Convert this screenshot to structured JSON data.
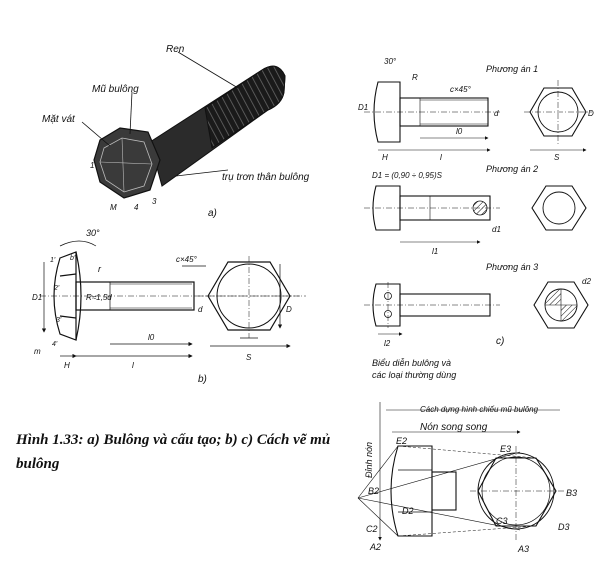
{
  "caption": "Hình 1.33: a) Bulông và cấu tạo; b) c) Cách vẽ mủ bulông",
  "fig_a": {
    "labels": [
      "Ren",
      "Mũ bulông",
      "Mặt vát",
      "trụ trơn thân bulông"
    ],
    "points": [
      "M",
      "4",
      "3",
      "1"
    ],
    "sub": "a)"
  },
  "fig_b": {
    "angle": "30°",
    "chamfer": "c×45°",
    "radius": "R≈1,5d",
    "fillet": "r",
    "dims": [
      "D1",
      "d",
      "D",
      "S",
      "H",
      "l",
      "l0",
      "m"
    ],
    "points": [
      "1'",
      "b'",
      "2'",
      "3'",
      "4'"
    ],
    "sub": "b)"
  },
  "fig_c": {
    "variants": [
      "Phương án 1",
      "Phương án 2",
      "Phương án 3"
    ],
    "angle": "30°",
    "chamfer": "c×45°",
    "formula": "D1 = (0,90 ÷ 0,95)S",
    "dims": [
      "R",
      "D1",
      "d",
      "D",
      "H",
      "l",
      "l0",
      "S",
      "l1",
      "d1",
      "l2",
      "d2"
    ],
    "note_lines": [
      "Biểu diễn bulông và",
      "các loại thường dùng"
    ],
    "sub": "c)"
  },
  "fig_d": {
    "title": "Cách dựng hình chiếu mũ bulông",
    "cone_parallel": "Nón song song",
    "cone_apex": "Đỉnh nón",
    "points": [
      "E2",
      "B2",
      "D2",
      "C2",
      "A2",
      "E3",
      "B3",
      "C3",
      "D3",
      "A3"
    ]
  }
}
